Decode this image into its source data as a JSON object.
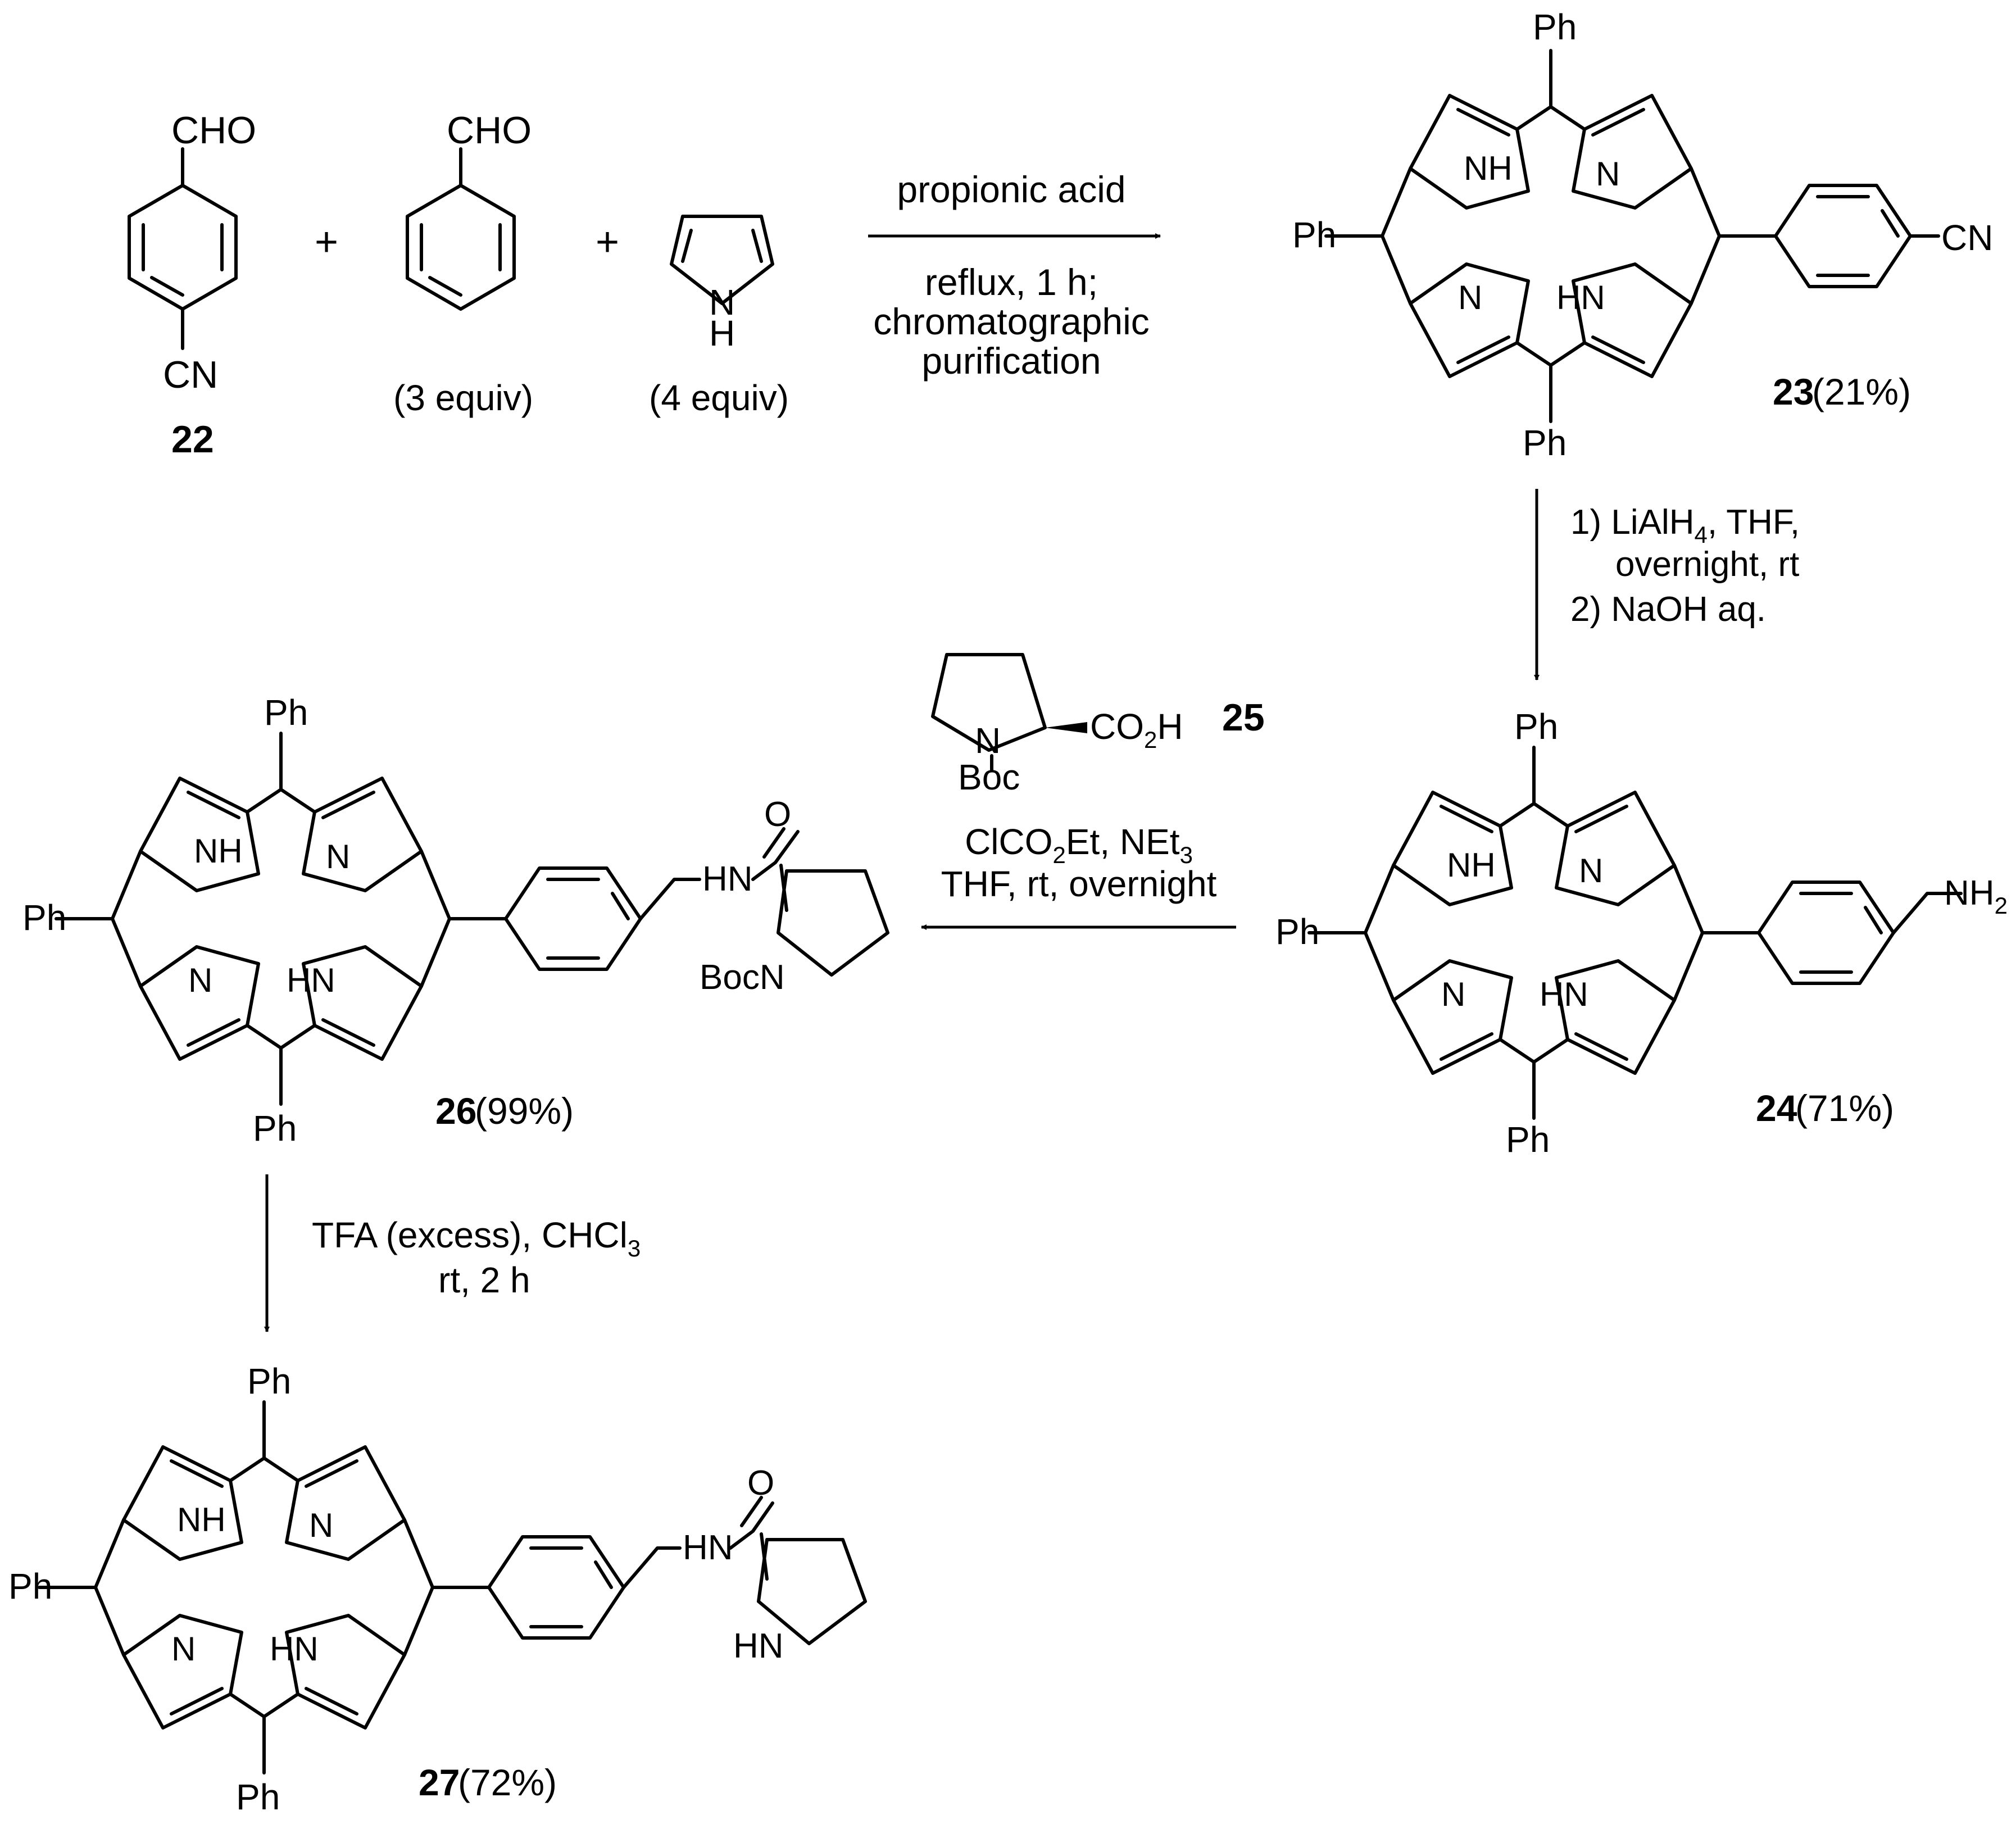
{
  "compounds": {
    "c22": {
      "cho": "CHO",
      "cn": "CN",
      "number": "22"
    },
    "benzaldehyde": {
      "cho": "CHO",
      "equiv": "(3 equiv)"
    },
    "pyrrole": {
      "n": "N",
      "h": "H",
      "equiv": "(4 equiv)"
    },
    "c23": {
      "number": "23",
      "yield": "(21%)",
      "substituent": "CN"
    },
    "c24": {
      "number": "24",
      "yield": "(71%)",
      "substituent": "NH",
      "substituent_sub": "2"
    },
    "c25": {
      "number": "25",
      "n": "N",
      "boc": "Boc",
      "co2h_a": "CO",
      "co2h_sub": "2",
      "co2h_b": "H"
    },
    "c26": {
      "number": "26",
      "yield": "(99%)",
      "nh": "HN",
      "o": "O",
      "bocn": "BocN"
    },
    "c27": {
      "number": "27",
      "yield": "(72%)",
      "nh": "HN",
      "o": "O",
      "ring_nh": "HN"
    }
  },
  "porphyrin_labels": {
    "ph": "Ph",
    "nh": "NH",
    "n": "N",
    "hn": "HN"
  },
  "plus": "+",
  "steps": {
    "step1": {
      "above": "propionic acid",
      "below": [
        "reflux, 1 h;",
        "chromatographic",
        "purification"
      ]
    },
    "step2": {
      "line1_a": "1) LiAlH",
      "line1_sub": "4",
      "line1_b": ", THF,",
      "line2": "overnight, rt",
      "line3": "2) NaOH aq."
    },
    "step3": {
      "line1_a": "ClCO",
      "line1_sub1": "2",
      "line1_b": "Et, NEt",
      "line1_sub2": "3",
      "line2": "THF, rt, overnight"
    },
    "step4": {
      "line1_a": "TFA (excess), CHCl",
      "line1_sub": "3",
      "line2": "rt, 2 h"
    }
  }
}
